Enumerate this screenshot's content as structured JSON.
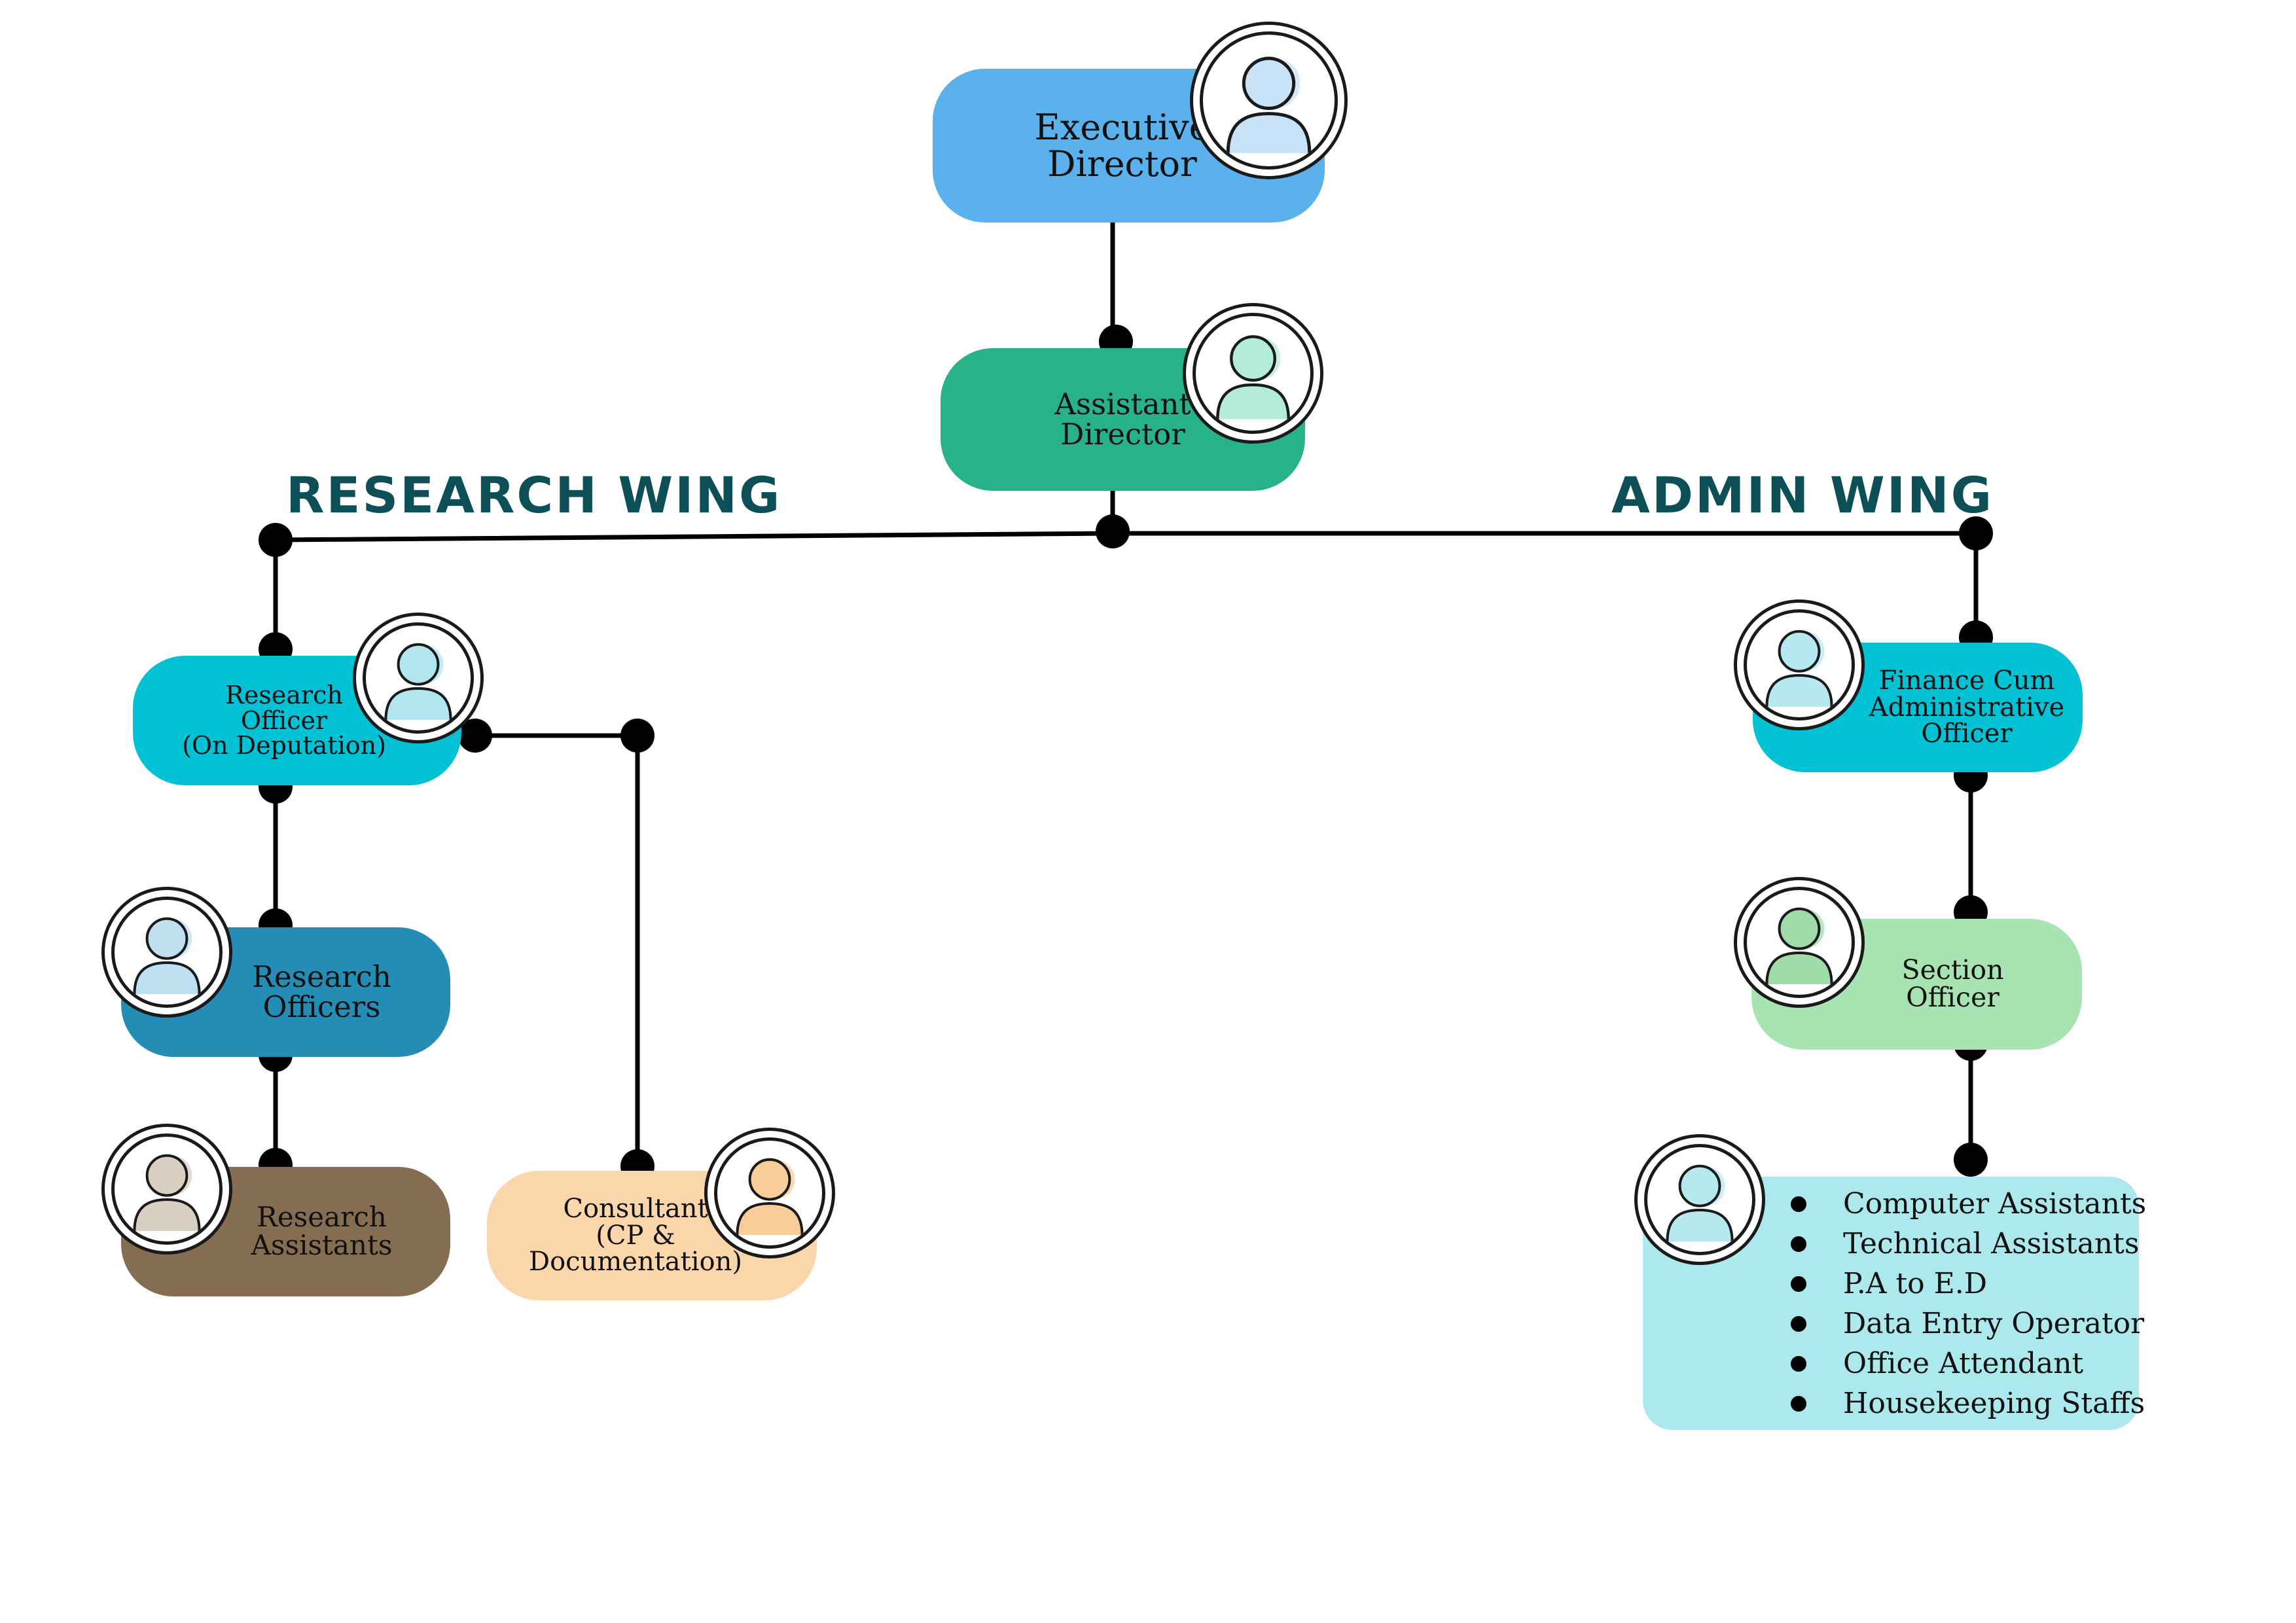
{
  "wings": {
    "research": "RESEARCH WING",
    "admin": "ADMIN WING"
  },
  "nodes": {
    "executive_director": {
      "lines": [
        "Executive",
        "Director"
      ],
      "color": "#5ab1ec",
      "avatar": "person-icon",
      "avatar_color": "#c8e2f7"
    },
    "assistant_director": {
      "lines": [
        "Assistant",
        "Director"
      ],
      "color": "#28b28a",
      "avatar": "person-icon",
      "avatar_color": "#b3ecd9"
    },
    "research_officer_deputation": {
      "lines": [
        "Research",
        "Officer",
        "(On Deputation)"
      ],
      "color": "#00c2d4",
      "avatar": "person-icon",
      "avatar_color": "#b1e6f0"
    },
    "research_officers": {
      "lines": [
        "Research",
        "Officers"
      ],
      "color": "#248db6",
      "avatar": "person-icon",
      "avatar_color": "#bfe0f1"
    },
    "research_assistants": {
      "lines": [
        "Research",
        "Assistants"
      ],
      "color": "#856d52",
      "avatar": "person-icon",
      "avatar_color": "#d9cfc0"
    },
    "consultant": {
      "lines": [
        "Consultant",
        "(CP &",
        "Documentation)"
      ],
      "color": "#fbd6aa",
      "avatar": "person-icon",
      "avatar_color": "#f8cd98"
    },
    "finance_admin_officer": {
      "lines": [
        "Finance Cum",
        "Administrative",
        "Officer"
      ],
      "color": "#00c2d4",
      "avatar": "person-icon",
      "avatar_color": "#b5e8f1"
    },
    "section_officer": {
      "lines": [
        "Section",
        "Officer"
      ],
      "color": "#a8e4b2",
      "avatar": "person-icon",
      "avatar_color": "#9fdcaa"
    },
    "support_staff": {
      "items": [
        "Computer Assistants",
        "Technical Assistants",
        "P.A to E.D",
        "Data Entry Operator",
        "Office Attendant",
        "Housekeeping Staffs"
      ],
      "color": "#ace9ed",
      "avatar": "person-icon",
      "avatar_color": "#b6e9ee"
    }
  },
  "connector_color": "#000000"
}
